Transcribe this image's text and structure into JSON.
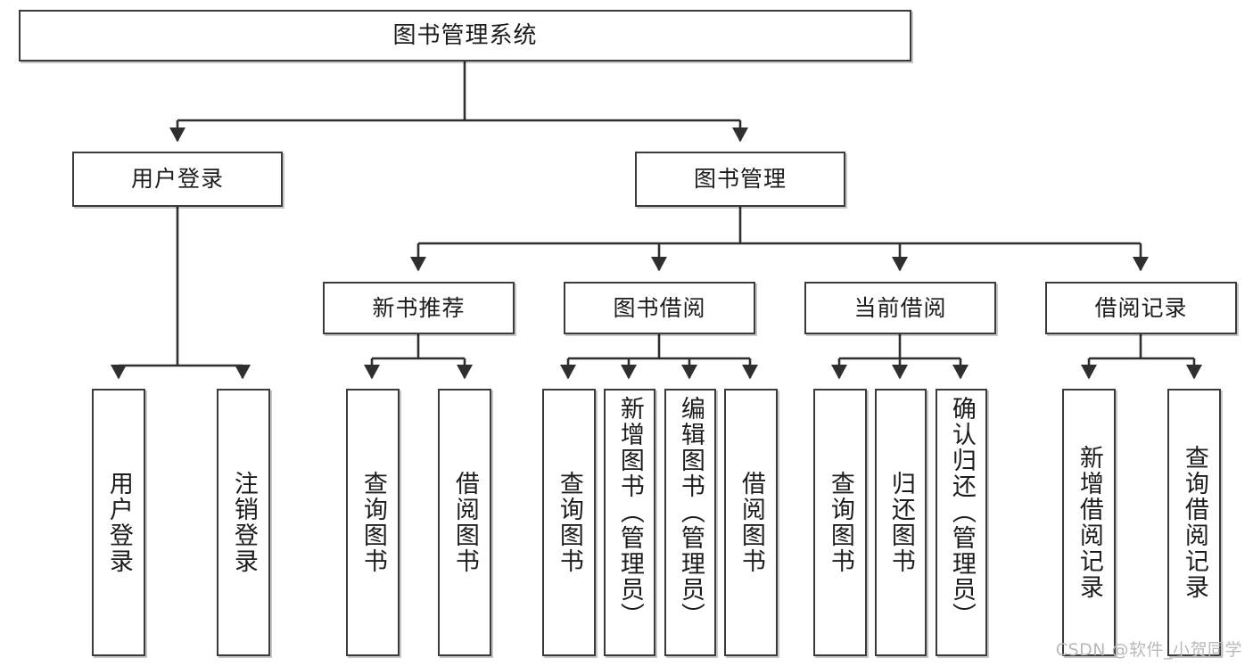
{
  "diagram": {
    "title": "图书管理系统",
    "type": "tree",
    "orientation": "top-down",
    "style": {
      "background": "#ffffff",
      "box_border": "#3b3b3b",
      "box_fill": "#ffffff",
      "text_color": "#1c1c1c",
      "connector_color": "#2f2f2f",
      "watermark_color": "#b9b9b9"
    }
  },
  "watermark": {
    "text": "CSDN @软件_小贺同学"
  },
  "nodes": {
    "root": {
      "label": "图书管理系统",
      "level": 1
    },
    "l2": [
      {
        "id": "user-login",
        "label": "用户登录",
        "level": 2
      },
      {
        "id": "book-management",
        "label": "图书管理",
        "level": 2
      }
    ],
    "l3": [
      {
        "id": "new-book-recommend",
        "label": "新书推荐",
        "level": 3,
        "parent": "book-management"
      },
      {
        "id": "book-borrow",
        "label": "图书借阅",
        "level": 3,
        "parent": "book-management"
      },
      {
        "id": "current-borrow",
        "label": "当前借阅",
        "level": 3,
        "parent": "book-management"
      },
      {
        "id": "borrow-records",
        "label": "借阅记录",
        "level": 3,
        "parent": "book-management"
      }
    ],
    "leaves": [
      {
        "id": "leaf-user-login",
        "label": "用户登录",
        "parent": "user-login"
      },
      {
        "id": "leaf-logout-login",
        "label": "注销登录",
        "parent": "user-login"
      },
      {
        "id": "leaf-query-book-1",
        "label": "查询图书",
        "parent": "new-book-recommend"
      },
      {
        "id": "leaf-borrow-book-1",
        "label": "借阅图书",
        "parent": "new-book-recommend"
      },
      {
        "id": "leaf-query-book-2",
        "label": "查询图书",
        "parent": "book-borrow"
      },
      {
        "id": "leaf-add-book",
        "label": "新增图书（管理员）",
        "parent": "book-borrow"
      },
      {
        "id": "leaf-edit-book",
        "label": "编辑图书（管理员）",
        "parent": "book-borrow"
      },
      {
        "id": "leaf-borrow-book-2",
        "label": "借阅图书",
        "parent": "book-borrow"
      },
      {
        "id": "leaf-query-book-3",
        "label": "查询图书",
        "parent": "current-borrow"
      },
      {
        "id": "leaf-return-book",
        "label": "归还图书",
        "parent": "current-borrow"
      },
      {
        "id": "leaf-confirm-return",
        "label": "确认归还（管理员）",
        "parent": "current-borrow"
      },
      {
        "id": "leaf-add-record",
        "label": "新增借阅记录",
        "parent": "borrow-records"
      },
      {
        "id": "leaf-query-record",
        "label": "查询借阅记录",
        "parent": "borrow-records"
      }
    ]
  }
}
